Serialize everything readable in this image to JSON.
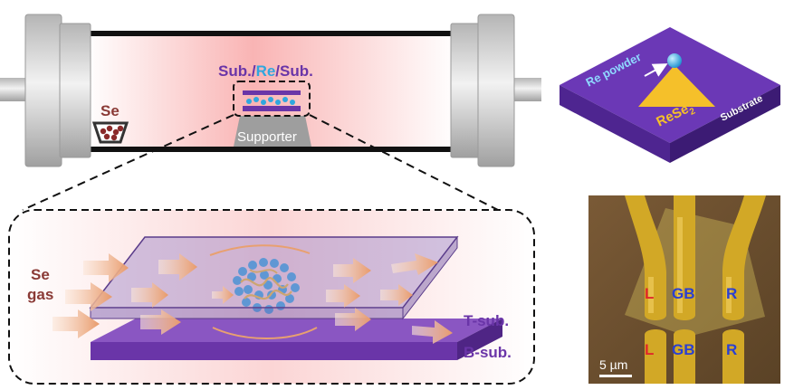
{
  "furnace": {
    "label_sandwich_sub1": "Sub./",
    "label_sandwich_re": "Re",
    "label_sandwich_sub2": "/Sub.",
    "se_label": "Se",
    "supporter_label": "Supporter"
  },
  "inset": {
    "se_gas_line1": "Se",
    "se_gas_line2": "gas",
    "top_sub_label": "T-sub.",
    "bottom_sub_label": "B-sub."
  },
  "substrate_3d": {
    "powder_label": "Re powder",
    "product_label_main": "ReSe",
    "product_label_sub": "2",
    "substrate_label": "Substrate"
  },
  "micrograph": {
    "labels_top": [
      "L",
      "GB",
      "R"
    ],
    "labels_bottom": [
      "L",
      "GB",
      "R"
    ],
    "scale_bar": "5 µm"
  },
  "colors": {
    "purple": "#6a35a8",
    "se_brown": "#8a3a36",
    "re_blue": "#2fa7df",
    "rese2_yellow": "#f5c02a",
    "gold": "#d4a92a"
  }
}
